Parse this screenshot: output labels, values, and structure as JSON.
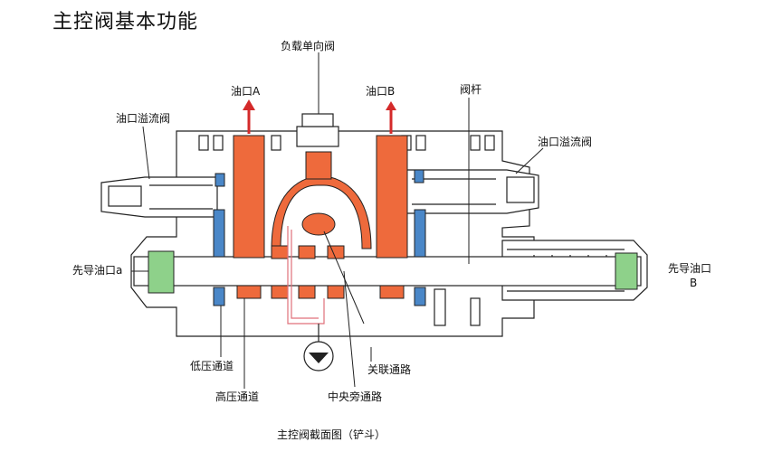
{
  "page": {
    "title": "主控阀基本功能"
  },
  "labels": {
    "load_check_valve": "负载单向阀",
    "port_a": "油口A",
    "port_b": "油口B",
    "spool": "阀杆",
    "relief_left": "油口溢流阀",
    "relief_right": "油口溢流阀",
    "pilot_a": "先导油口a",
    "pilot_b_line1": "先导油口",
    "pilot_b_line2": "B",
    "low_pressure": "低压通道",
    "high_pressure": "高压通道",
    "parallel": "关联通路",
    "center_bypass": "中央旁通路"
  },
  "caption": "主控阀截面图（铲斗）",
  "colors": {
    "high_pressure": "#ee6a3c",
    "low_pressure": "#4a87c8",
    "pilot": "#8ed18a",
    "outline": "#222222",
    "arrow": "#d42a2a",
    "pilot_line": "#e0707a"
  }
}
